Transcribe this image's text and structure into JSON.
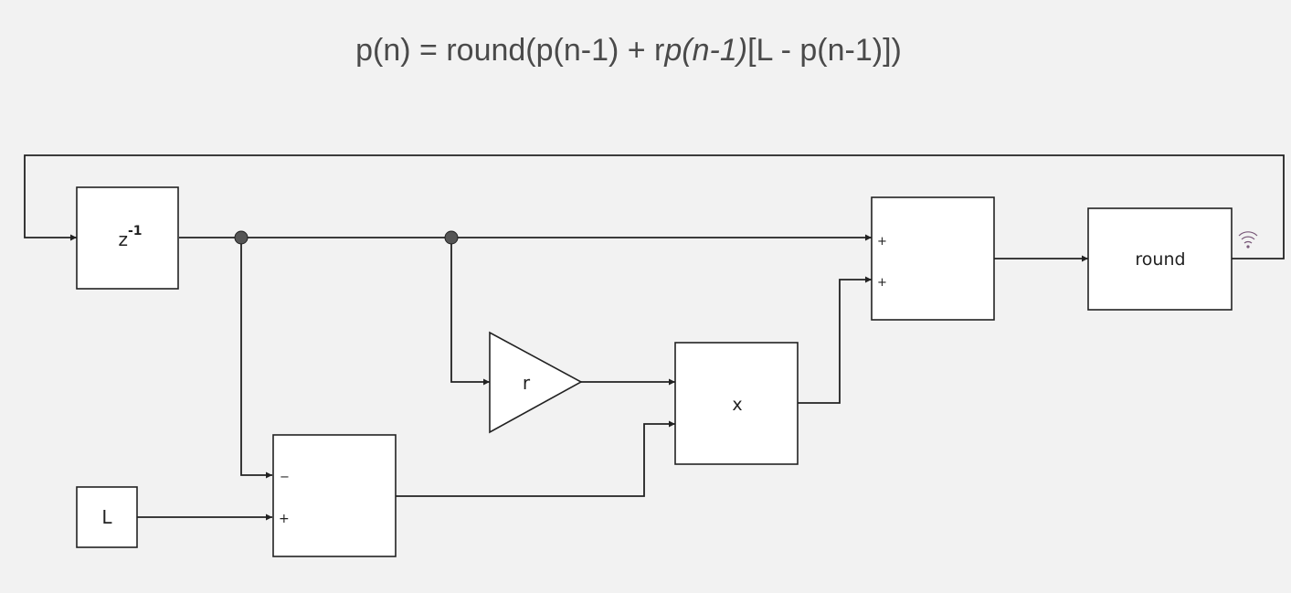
{
  "formula": {
    "part1": "p(n) = round(p(n-1) + r",
    "italic": "p(n-1)",
    "part2": "[L - p(n-1)])"
  },
  "blocks": {
    "delay": {
      "label": "z",
      "superscript": "-1"
    },
    "gain": {
      "label": "r"
    },
    "product": {
      "label": "x"
    },
    "round": {
      "label": "round"
    },
    "constant": {
      "label": "L"
    },
    "sum_top": {
      "sign1": "+",
      "sign2": "+"
    },
    "sum_bottom": {
      "sign1": "−",
      "sign2": "+"
    }
  },
  "colors": {
    "background": "#f2f2f2",
    "block_fill": "#ffffff",
    "stroke": "#222222",
    "junction": "#555555",
    "signal_icon": "#7a5a7a"
  },
  "icons": [
    "signal-icon"
  ]
}
